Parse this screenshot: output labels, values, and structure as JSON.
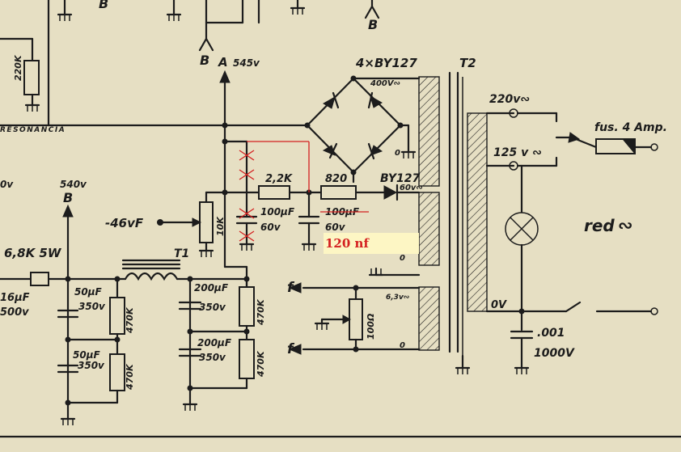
{
  "labels": {
    "b_top_left": "B",
    "b_top_mid": "B",
    "b_top_right": "B",
    "b_left": "B",
    "node_a": "A",
    "node_a_voltage": "545v",
    "bridge_diodes": "4×BY127",
    "transformer_t2": "T2",
    "bridge_voltage": "400V∾",
    "res_220k": "220K",
    "resonancia": "RESONANCIA",
    "tap_220": "220v∾",
    "tap_125": "125 v ∾",
    "fuse": "fus. 4 Amp.",
    "red_mains": "red",
    "red_mains_symbol": "∾",
    "res_2k2": "2,2K",
    "res_820": "820",
    "diode_by127": "BY127",
    "winding_60v": "60v∾",
    "cap1_value": "100μF",
    "cap1_voltage": "60v",
    "cap2_value": "100μF",
    "cap2_voltage": "60v",
    "bias_input": "-46vF",
    "pot_10k": "10K",
    "node_540": "540v",
    "node_b": "B",
    "res_6k8": "6,8K 5W",
    "cap_16uf": "16μF",
    "cap_16uf_voltage": "500v",
    "choke_t1": "T1",
    "cap_50uf_1": "50μF",
    "cap_50uf_1_voltage": "350v",
    "cap_50uf_2": "50μF",
    "cap_50uf_2_voltage": "350v",
    "res_470k_1": "470K",
    "res_470k_2": "470K",
    "cap_200uf_1": "200μF",
    "cap_200uf_1_voltage": "350v",
    "cap_200uf_2": "200μF",
    "cap_200uf_2_voltage": "350v",
    "res_470k_3": "470K",
    "res_470k_4": "470K",
    "heater_f1": "f",
    "heater_f2": "f",
    "heater_voltage": "6,3v∾",
    "pot_100": "100Ω",
    "tap_0v": "0V",
    "cap_001": ".001",
    "cap_001_voltage": "1000V",
    "left_edge_voltage": "0v",
    "zero_1": "0",
    "zero_2": "0",
    "zero_3": "0"
  },
  "annotation": {
    "text": "120 nf",
    "color": "#d42020",
    "highlight": "#fdf6c4"
  }
}
